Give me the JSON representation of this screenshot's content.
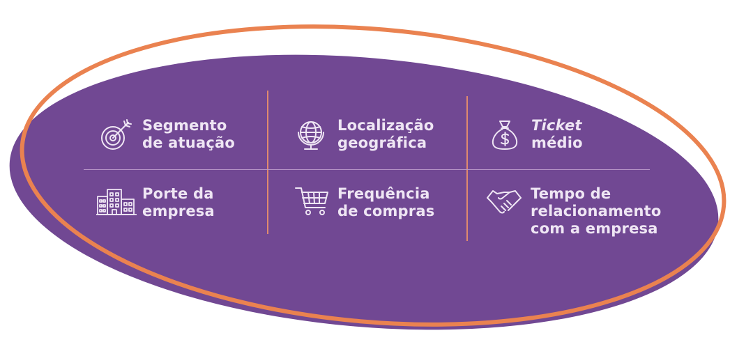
{
  "colors": {
    "ellipse_fill": "#714893",
    "ellipse_outline": "#ea8250",
    "text": "#efe6f4",
    "vertical_divider": "#e08a6e",
    "horizontal_divider": "#b998c9"
  },
  "items": [
    {
      "icon": "target-icon",
      "line1": "Segmento",
      "line2": "de atuação",
      "line3": ""
    },
    {
      "icon": "globe-icon",
      "line1": "Localização",
      "line2": "geográfica",
      "line3": ""
    },
    {
      "icon": "money-bag-icon",
      "line1": "Ticket",
      "line2": "médio",
      "line3": ""
    },
    {
      "icon": "buildings-icon",
      "line1": "Porte da",
      "line2": "empresa",
      "line3": ""
    },
    {
      "icon": "shopping-cart-icon",
      "line1": "Frequência",
      "line2": "de compras",
      "line3": ""
    },
    {
      "icon": "handshake-icon",
      "line1": "Tempo de",
      "line2": "relacionamento",
      "line3": "com a empresa"
    }
  ]
}
